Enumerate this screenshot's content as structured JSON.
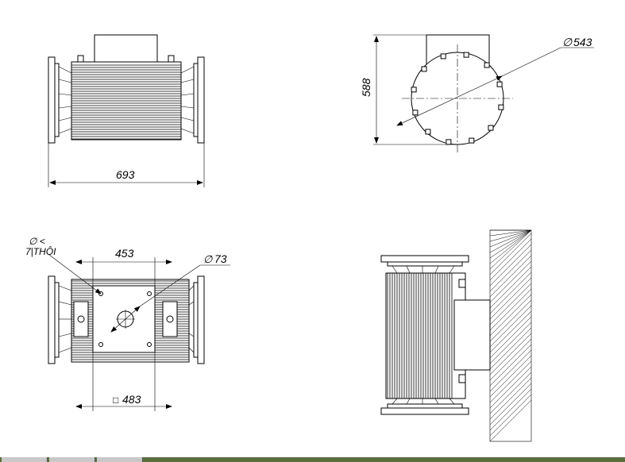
{
  "drawing": {
    "front_view": {
      "dim_width": "693"
    },
    "side_view": {
      "dim_height": "588",
      "dim_diameter": "543",
      "diameter_symbol": "∅"
    },
    "rear_view": {
      "dim_spacing": "453",
      "dim_hole": "73",
      "dim_square": "483",
      "square_symbol": "□",
      "diameter_symbol": "∅",
      "note_line1": "∅ <",
      "note_line2": "7|THÔI"
    },
    "wall_view": {}
  },
  "statusbar": {
    "tab_count": 3
  }
}
